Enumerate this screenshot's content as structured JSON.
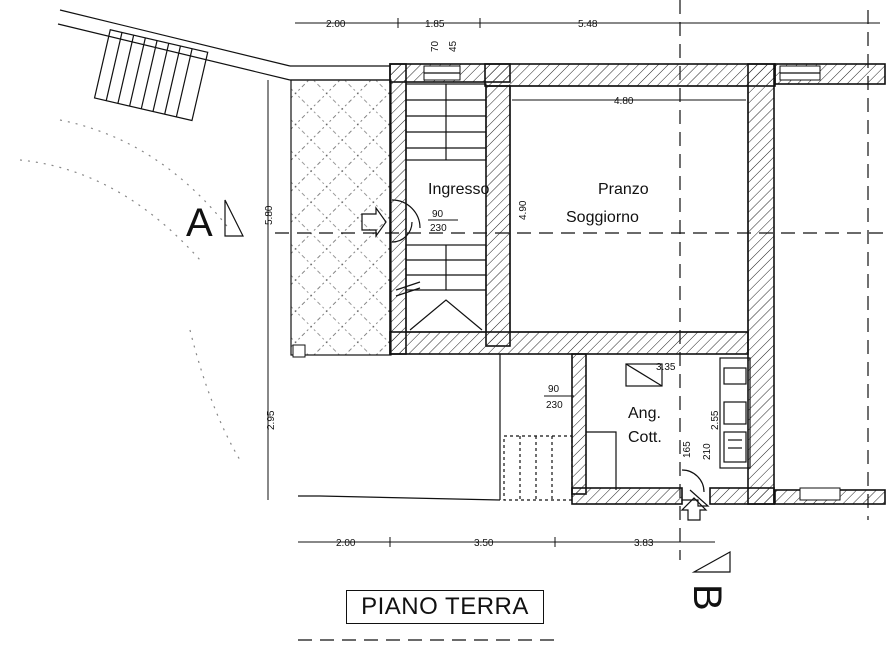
{
  "plan": {
    "title": "PIANO TERRA",
    "rooms": {
      "ingresso": "Ingresso",
      "pranzo_line1": "Pranzo",
      "pranzo_line2": "Soggiorno",
      "cucina_line1": "Ang.",
      "cucina_line2": "Cott."
    },
    "dimensions": {
      "top_1": "2.00",
      "top_2": "1.85",
      "top_3": "5.48",
      "window_w": "70",
      "window_h": "45",
      "room_width": "4.80",
      "room_depth": "4.90",
      "left_depth": "5.80",
      "left_lower": "2.95",
      "door_entry_w": "90",
      "door_entry_h": "230",
      "door_kitchen_w": "90",
      "door_kitchen_h": "230",
      "kitchen_w": "3.35",
      "kitchen_h": "2.55",
      "door_rear_w": "165",
      "door_rear_h": "210",
      "bottom_1": "2.00",
      "bottom_2": "3.50",
      "bottom_3": "3.83"
    },
    "section_marks": {
      "a": "A",
      "b": "B"
    }
  }
}
